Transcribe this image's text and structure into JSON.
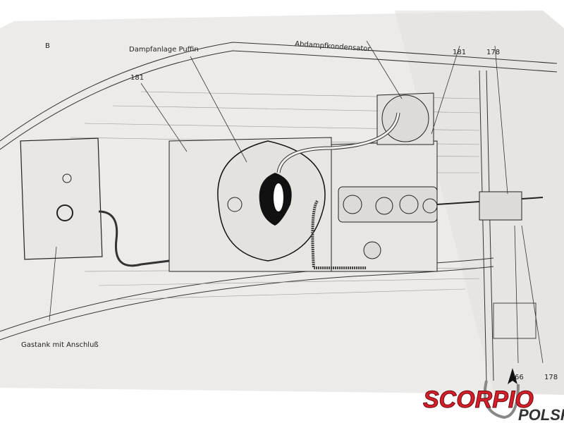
{
  "diagram": {
    "section_letter": "B",
    "labels": {
      "steam_plant": "Dampfanlage Puffin",
      "exhaust_condenser": "Abdampfkondensator",
      "gas_tank": "Gastank mit Anschluß",
      "ref_181_left": "181",
      "ref_181_right": "181",
      "ref_178_top": "178",
      "ref_166_bottom": "66",
      "ref_178_bottom": "178"
    }
  },
  "watermark": {
    "brand": "SCORPIO",
    "sub": "POLSKA",
    "brand_color": "#d41f2a"
  }
}
